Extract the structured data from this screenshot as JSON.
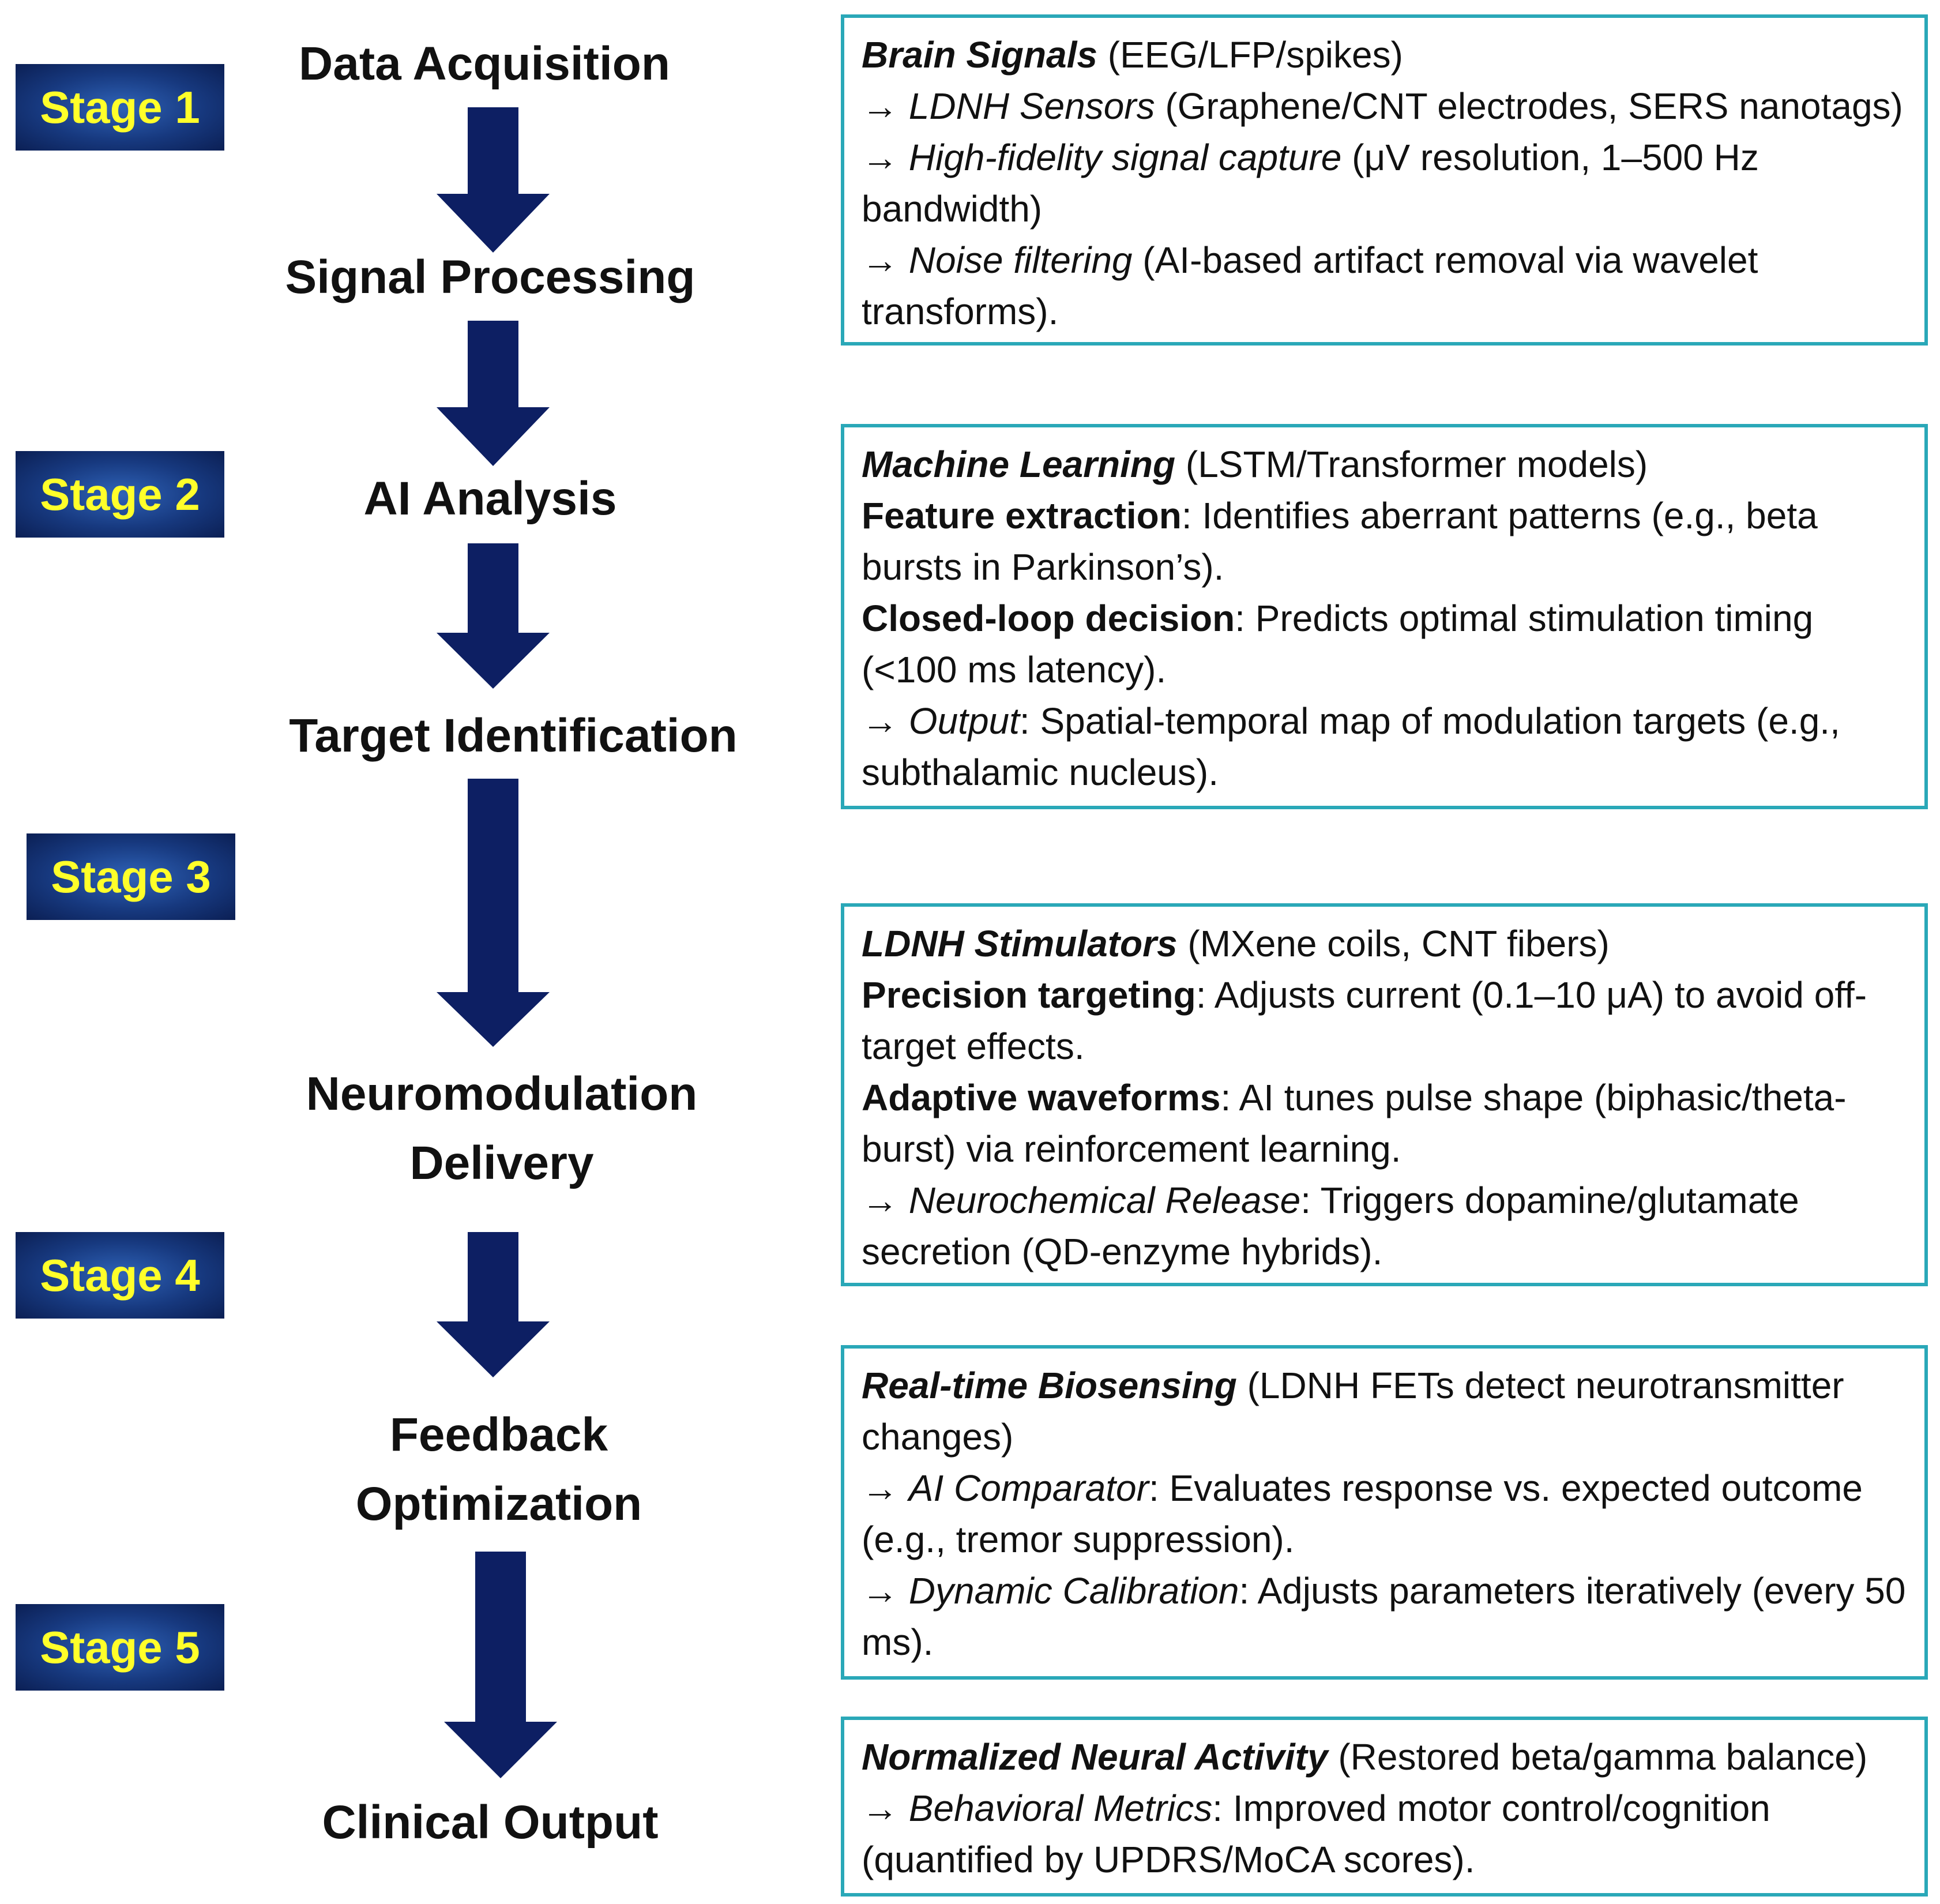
{
  "stages": [
    {
      "label": "Stage 1"
    },
    {
      "label": "Stage 2"
    },
    {
      "label": "Stage 3"
    },
    {
      "label": "Stage 4"
    },
    {
      "label": "Stage 5"
    }
  ],
  "steps": [
    {
      "label": "Data Acquisition"
    },
    {
      "label": "Signal Processing"
    },
    {
      "label": "AI Analysis"
    },
    {
      "label": "Target Identification"
    },
    {
      "label": "Neuromodulation Delivery"
    },
    {
      "label": "Feedback Optimization"
    },
    {
      "label": "Clinical Output"
    }
  ],
  "boxes": {
    "b1": {
      "l1_head": "Brain Signals",
      "l1_rest": " (EEG/LFP/spikes)",
      "l2_arrow": "→ ",
      "l2_head": "LDNH Sensors",
      "l2_rest": " (Graphene/CNT electrodes, SERS nanotags)",
      "l3_arrow": "→ ",
      "l3_head": "High-fidelity signal capture",
      "l3_rest": " (μV resolution, 1–500 Hz bandwidth)",
      "l4_arrow": "→ ",
      "l4_head": "Noise filtering",
      "l4_rest": " (AI-based artifact removal via wavelet transforms)."
    },
    "b2": {
      "l1_head": "Machine Learning",
      "l1_rest": " (LSTM/Transformer models)",
      "l2_head": "Feature extraction",
      "l2_rest": ": Identifies aberrant patterns (e.g., beta bursts in Parkinson’s).",
      "l3_head": "Closed-loop decision",
      "l3_rest": ": Predicts optimal stimulation timing (<100 ms latency).",
      "l4_arrow": "→ ",
      "l4_head": "Output",
      "l4_rest": ": Spatial-temporal map of modulation targets (e.g., subthalamic nucleus)."
    },
    "b3": {
      "l1_head": "LDNH Stimulators",
      "l1_rest": " (MXene coils, CNT fibers)",
      "l2_head": "Precision targeting",
      "l2_rest": ": Adjusts current (0.1–10 μA) to avoid off-target effects.",
      "l3_head": "Adaptive waveforms",
      "l3_rest": ": AI tunes pulse shape (biphasic/theta-burst) via reinforcement learning.",
      "l4_arrow": "→ ",
      "l4_head": "Neurochemical Release",
      "l4_rest": ": Triggers dopamine/glutamate secretion (QD-enzyme hybrids)."
    },
    "b4": {
      "l1_head": "Real-time Biosensing",
      "l1_rest": " (LDNH FETs detect neurotransmitter changes)",
      "l2_arrow": "→ ",
      "l2_head": "AI Comparator",
      "l2_rest": ": Evaluates response vs. expected outcome (e.g., tremor suppression).",
      "l3_arrow": "→ ",
      "l3_head": "Dynamic Calibration",
      "l3_rest": ": Adjusts parameters iteratively (every 50 ms)."
    },
    "b5": {
      "l1_head": "Normalized Neural Activity",
      "l1_rest": " (Restored beta/gamma balance)",
      "l2_arrow": "→ ",
      "l2_head": "Behavioral Metrics",
      "l2_rest": ": Improved motor control/cognition (quantified by UPDRS/MoCA scores)."
    }
  },
  "colors": {
    "badge_text": "#ffff2a",
    "badge_bg": "#17397f",
    "arrow": "#0d1f63",
    "box_border": "#2aa8b8"
  }
}
